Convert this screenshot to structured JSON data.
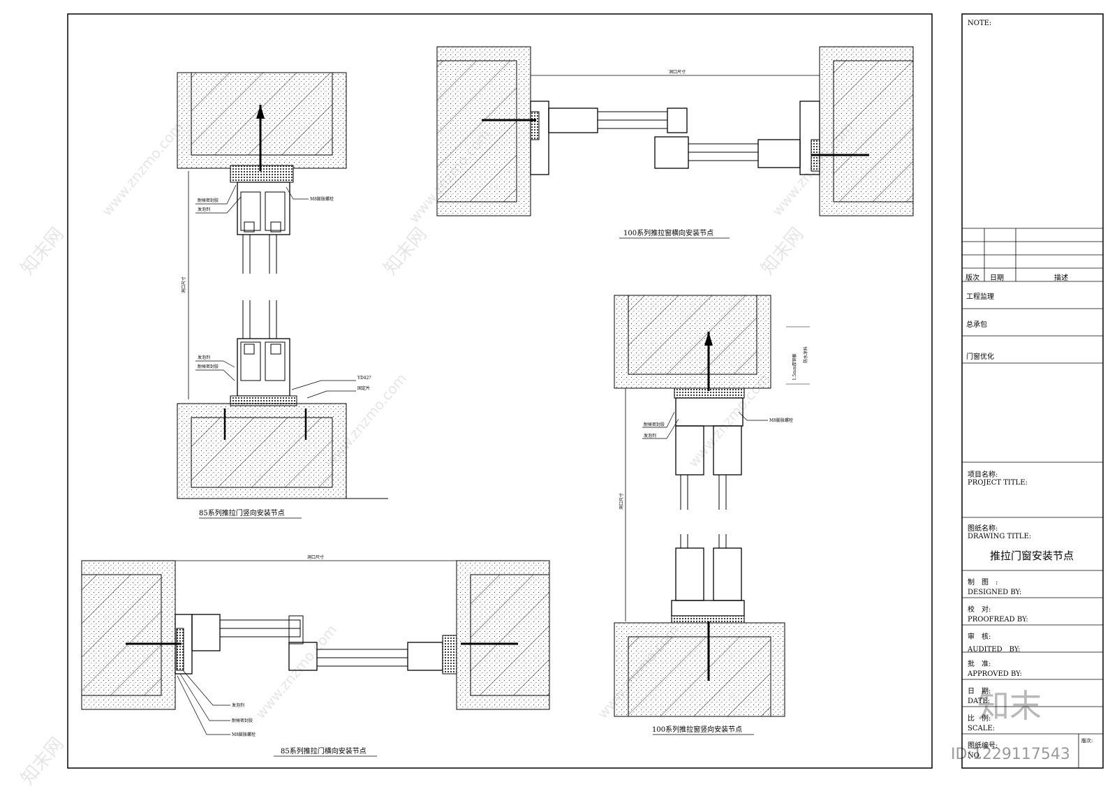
{
  "drawing": {
    "caption_85_vertical": "85系列推拉门竖向安装节点",
    "caption_85_horizontal": "85系列推拉门横向安装节点",
    "caption_100_horizontal": "100系列推拉窗横向安装节点",
    "caption_100_vertical": "100系列推拉窗竖向安装节点",
    "dim_label": "洞口尺寸",
    "label_foam": "发泡剂",
    "label_sealant": "耐候密封胶",
    "label_anchor": "M8膨胀螺栓",
    "label_yd42": "YD42?",
    "label_fixed": "固定片",
    "label_15mm": "1.5mm厚钢板",
    "label_waterproof": "防水涂料"
  },
  "title_block": {
    "note": "NOTE:",
    "rev_col": "版次",
    "date_col": "日期",
    "desc_col": "描述",
    "supervision": "工程监理",
    "general_contractor": "总承包",
    "window_opt": "门窗优化",
    "project_title_cn": "项目名称:",
    "project_title_en": "PROJECT TITLE:",
    "drawing_title_cn": "图纸名称:",
    "drawing_title_en": "DRAWING TITLE:",
    "drawing_name": "推拉门窗安装节点",
    "designed_cn": "制　图　:",
    "designed_en": "DESIGNED BY:",
    "proofread_cn": "校　对:",
    "proofread_en": "PROOFREAD BY:",
    "audited_cn": "审　核:",
    "audited_en": "AUDITED　BY:",
    "approved_cn": "批　准:",
    "approved_en": "APPROVED BY:",
    "date_cn": "日　期:",
    "date_en": "DATE:",
    "scale_cn": "比　例:",
    "scale_en": "SCALE:",
    "drawing_no_cn": "图纸编号:",
    "drawing_no_en": "NO.",
    "rev_label": "版次:"
  },
  "watermark": {
    "site": "www.znzmo.com",
    "brand": "知末网",
    "logo": "知末",
    "id": "ID:1229117543"
  }
}
